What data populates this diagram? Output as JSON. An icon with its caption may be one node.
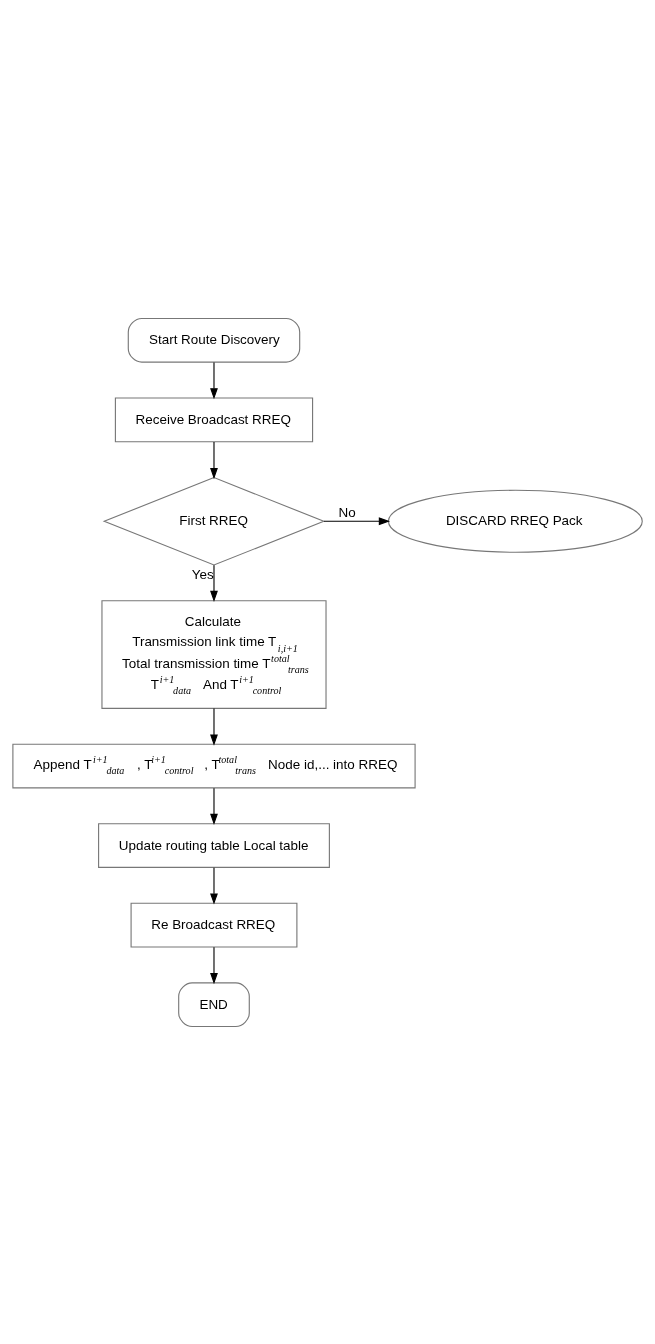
{
  "diagram": {
    "nodes": [
      {
        "text": [
          "Start Route Discovery"
        ]
      },
      {
        "text": [
          "Receive Broadcast RREQ"
        ]
      },
      {
        "text": [
          "First RREQ"
        ]
      },
      {
        "text": [
          "DISCARD RREQ Pack"
        ]
      },
      {
        "text": [
          "Calculate",
          "Transmission link time T$_{i,i+1}$",
          "Total transmission time T$^{total}$$_{trans}$",
          "T$^{i+1}$$_{data}$ And T$^{i+1}$$_{control}$"
        ]
      },
      {
        "text": [
          "Append T$^{i+1}$$_{data}$ , T$^{i+1}$$_{control}$ , T$^{total}$$_{trans}$ Node id,... into RREQ"
        ]
      },
      {
        "text": [
          "Update routing table Local table"
        ]
      },
      {
        "text": [
          "Re Broadcast RREQ"
        ]
      },
      {
        "text": [
          "END"
        ]
      }
    ],
    "edges": [
      {
        "from": 0,
        "to": 1,
        "arrow": "to"
      },
      {
        "from": 1,
        "to": 2,
        "arrow": "to"
      },
      {
        "from": 2,
        "to": 3,
        "arrow": "to",
        "label": "No"
      },
      {
        "from": 2,
        "to": 4,
        "arrow": "to",
        "label": "Yes"
      },
      {
        "from": 4,
        "to": 5,
        "arrow": "to"
      },
      {
        "from": 5,
        "to": 6,
        "arrow": "to"
      },
      {
        "from": 6,
        "to": 7,
        "arrow": "to"
      },
      {
        "from": 7,
        "to": 8,
        "arrow": "to"
      }
    ]
  }
}
